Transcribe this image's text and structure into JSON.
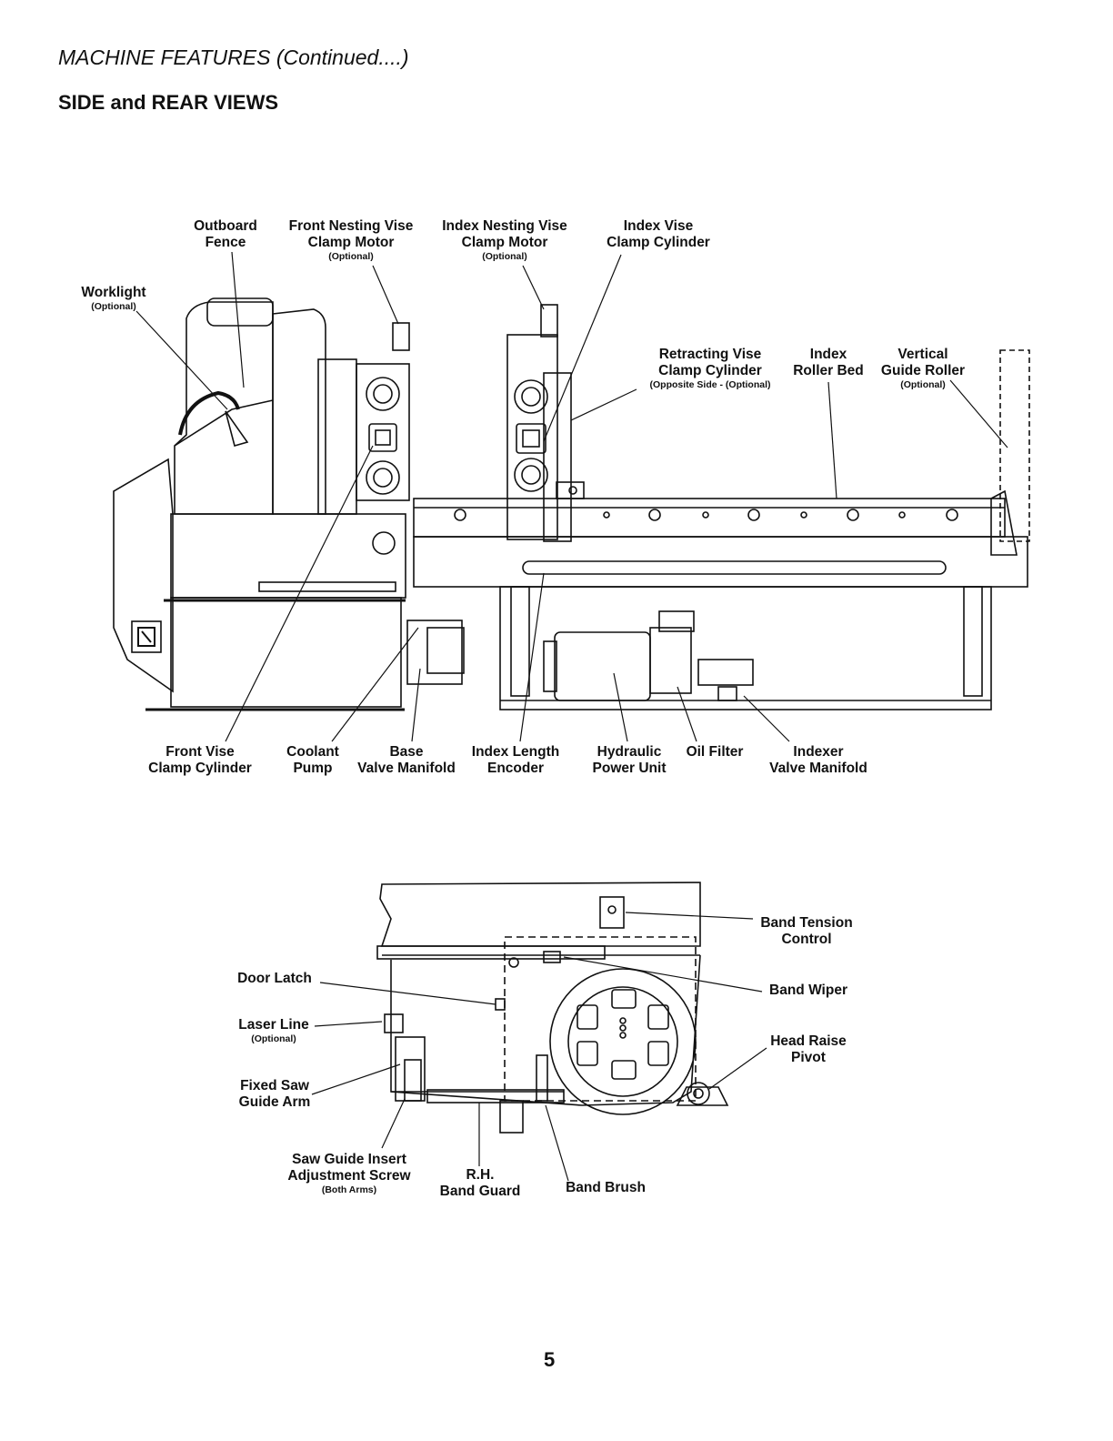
{
  "header": {
    "section": "MACHINE FEATURES (Continued....)",
    "subtitle": "SIDE and REAR VIEWS"
  },
  "side_view": {
    "labels": [
      {
        "id": "worklight",
        "line1": "Worklight",
        "line2": "",
        "note": "(Optional)"
      },
      {
        "id": "outboard-fence",
        "line1": "Outboard",
        "line2": "Fence",
        "note": ""
      },
      {
        "id": "front-nesting-vise",
        "line1": "Front Nesting Vise",
        "line2": "Clamp Motor",
        "note": "(Optional)"
      },
      {
        "id": "index-nesting-vise",
        "line1": "Index Nesting Vise",
        "line2": "Clamp Motor",
        "note": "(Optional)"
      },
      {
        "id": "index-vise-clamp",
        "line1": "Index Vise",
        "line2": "Clamp Cylinder",
        "note": ""
      },
      {
        "id": "retracting-vise",
        "line1": "Retracting Vise",
        "line2": "Clamp Cylinder",
        "note": "(Opposite Side - (Optional)"
      },
      {
        "id": "index-roller-bed",
        "line1": "Index",
        "line2": "Roller Bed",
        "note": ""
      },
      {
        "id": "vertical-guide-roller",
        "line1": "Vertical",
        "line2": "Guide Roller",
        "note": "(Optional)"
      },
      {
        "id": "front-vise-clamp",
        "line1": "Front Vise",
        "line2": "Clamp Cylinder",
        "note": ""
      },
      {
        "id": "coolant-pump",
        "line1": "Coolant",
        "line2": "Pump",
        "note": ""
      },
      {
        "id": "base-valve-manifold",
        "line1": "Base",
        "line2": "Valve Manifold",
        "note": ""
      },
      {
        "id": "index-length-encoder",
        "line1": "Index Length",
        "line2": "Encoder",
        "note": ""
      },
      {
        "id": "hydraulic-power-unit",
        "line1": "Hydraulic",
        "line2": "Power Unit",
        "note": ""
      },
      {
        "id": "oil-filter",
        "line1": "Oil Filter",
        "line2": "",
        "note": ""
      },
      {
        "id": "indexer-valve-manifold",
        "line1": "Indexer",
        "line2": "Valve Manifold",
        "note": ""
      }
    ]
  },
  "rear_view": {
    "labels": [
      {
        "id": "band-tension-control",
        "line1": "Band Tension",
        "line2": "Control",
        "note": ""
      },
      {
        "id": "band-wiper",
        "line1": "Band Wiper",
        "line2": "",
        "note": ""
      },
      {
        "id": "head-raise-pivot",
        "line1": "Head Raise",
        "line2": "Pivot",
        "note": ""
      },
      {
        "id": "door-latch",
        "line1": "Door Latch",
        "line2": "",
        "note": ""
      },
      {
        "id": "laser-line",
        "line1": "Laser Line",
        "line2": "",
        "note": "(Optional)"
      },
      {
        "id": "fixed-saw-guide-arm",
        "line1": "Fixed Saw",
        "line2": "Guide Arm",
        "note": ""
      },
      {
        "id": "saw-guide-insert",
        "line1": "Saw Guide Insert",
        "line2": "Adjustment Screw",
        "note": "(Both Arms)"
      },
      {
        "id": "rh-band-guard",
        "line1": "R.H.",
        "line2": "Band Guard",
        "note": ""
      },
      {
        "id": "band-brush",
        "line1": "Band Brush",
        "line2": "",
        "note": ""
      }
    ]
  },
  "footer": {
    "page_number": "5"
  }
}
